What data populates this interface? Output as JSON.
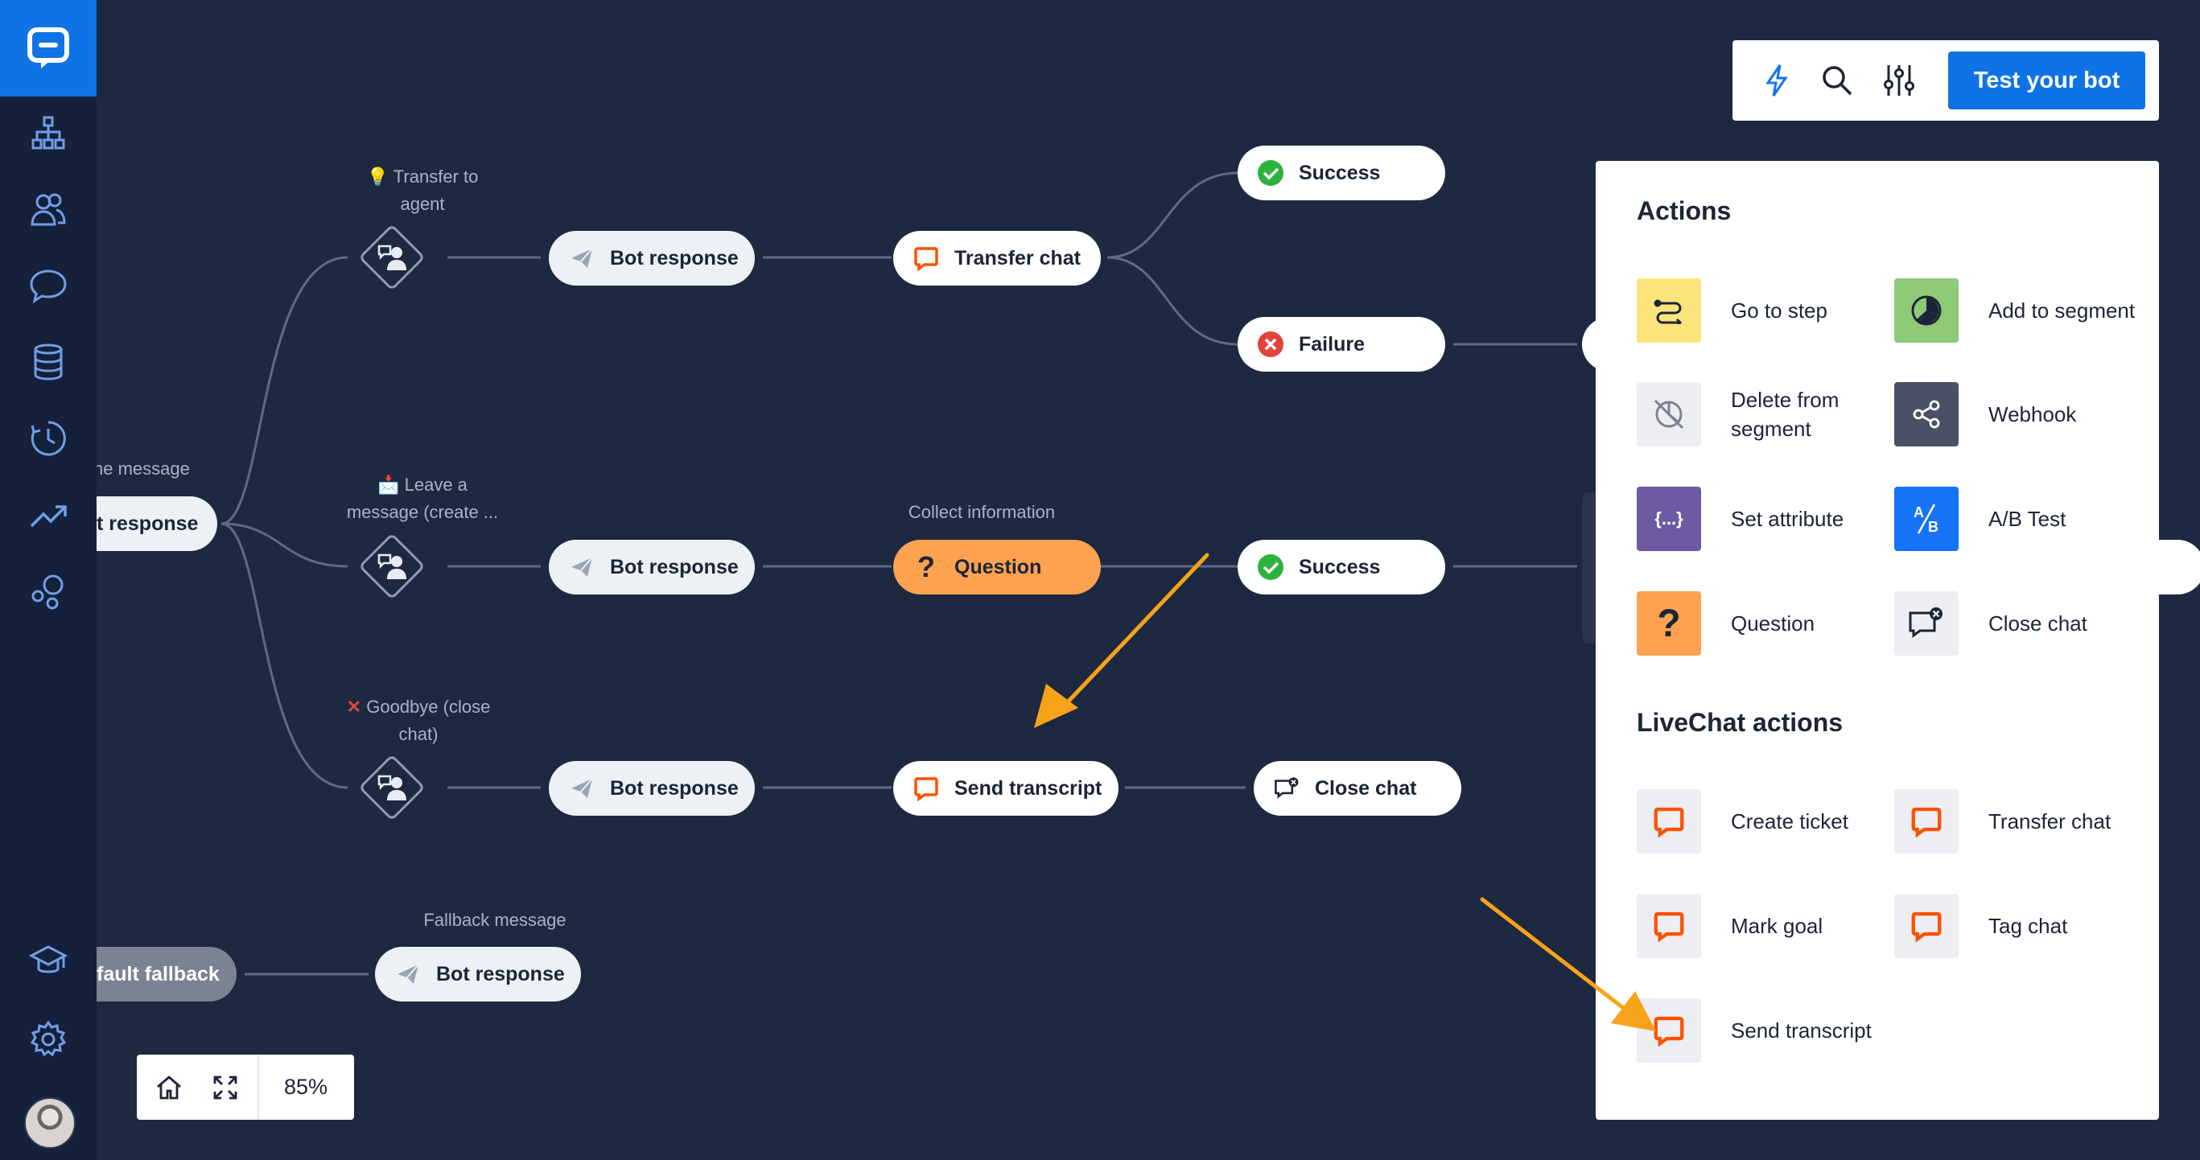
{
  "toolbar": {
    "test_button": "Test your bot"
  },
  "zoom": {
    "level": "85%"
  },
  "canvas": {
    "nodes": {
      "welcome_label": "ne message",
      "welcome_response": "t response",
      "transfer_label_line1": "Transfer to",
      "transfer_label_line2": "agent",
      "leave_label_line1": "Leave a",
      "leave_label_line2": "message (create ...",
      "goodbye_label_line1": "Goodbye (close",
      "goodbye_label_line2": "chat)",
      "bot_response_1": "Bot response",
      "bot_response_2": "Bot response",
      "bot_response_3": "Bot response",
      "bot_response_4": "Bot response",
      "transfer_chat": "Transfer chat",
      "collect_label": "Collect information",
      "question": "Question",
      "send_transcript": "Send transcript",
      "success_1": "Success",
      "failure": "Failure",
      "success_2": "Success",
      "close_chat": "Close chat",
      "fallback_label": "Fallback message",
      "default_fallback": "fault fallback"
    }
  },
  "panel": {
    "actions_title": "Actions",
    "livechat_title": "LiveChat actions",
    "actions": [
      {
        "label": "Go to step",
        "icon": "go-to-step-icon",
        "color": "#fde47a"
      },
      {
        "label": "Add to segment",
        "icon": "segment-pie-icon",
        "color": "#8fca77"
      },
      {
        "label": "Delete from segment",
        "icon": "delete-segment-icon",
        "color": "#eceef2"
      },
      {
        "label": "Webhook",
        "icon": "webhook-icon",
        "color": "#4a5065"
      },
      {
        "label": "Set attribute",
        "icon": "set-attribute-icon",
        "color": "#6e5aa3"
      },
      {
        "label": "A/B Test",
        "icon": "ab-test-icon",
        "color": "#1574f5"
      },
      {
        "label": "Question",
        "icon": "question-icon",
        "color": "#ffa24f"
      },
      {
        "label": "Close chat",
        "icon": "close-chat-icon",
        "color": "#eceef2"
      }
    ],
    "livechat_actions": [
      {
        "label": "Create ticket",
        "icon": "livechat-icon"
      },
      {
        "label": "Transfer chat",
        "icon": "livechat-icon"
      },
      {
        "label": "Mark goal",
        "icon": "livechat-icon"
      },
      {
        "label": "Tag chat",
        "icon": "livechat-icon"
      },
      {
        "label": "Send transcript",
        "icon": "livechat-icon"
      }
    ]
  },
  "colors": {
    "brand": "#0f73e6",
    "canvas_bg": "#1c2940",
    "accent_orange": "#ff5100",
    "arrow": "#f7a21b",
    "success": "#2cb33e",
    "failure": "#e4433b"
  }
}
